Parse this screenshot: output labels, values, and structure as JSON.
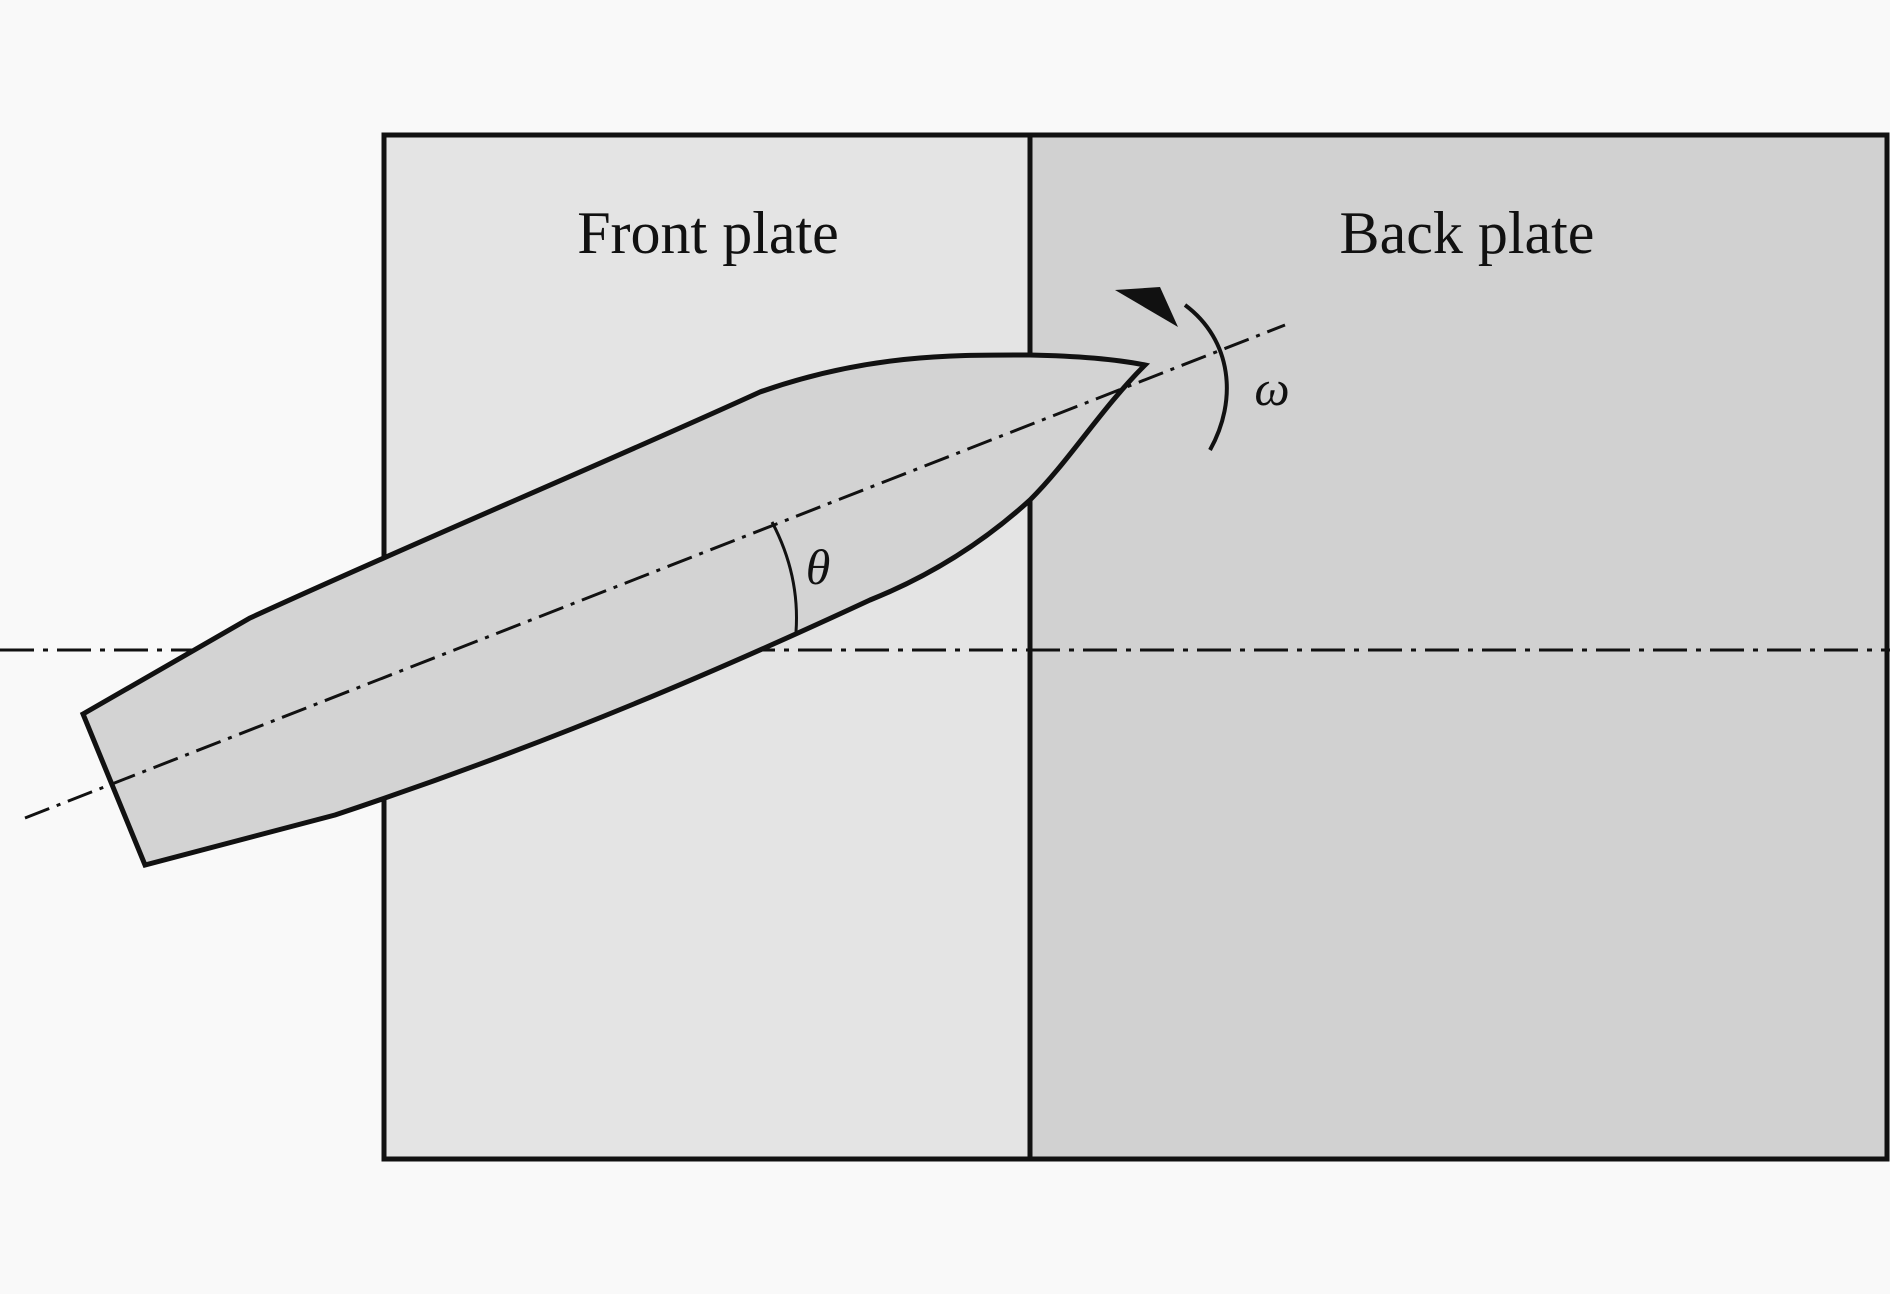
{
  "labels": {
    "front_plate": "Front plate",
    "back_plate": "Back plate",
    "angle_symbol": "θ",
    "angular_velocity_symbol": "ω"
  },
  "colors": {
    "background": "#f9f9f9",
    "front_plate_fill": "#e4e4e4",
    "back_plate_fill": "#d1d1d1",
    "projectile_fill": "#d3d3d3",
    "outline": "#111111"
  }
}
